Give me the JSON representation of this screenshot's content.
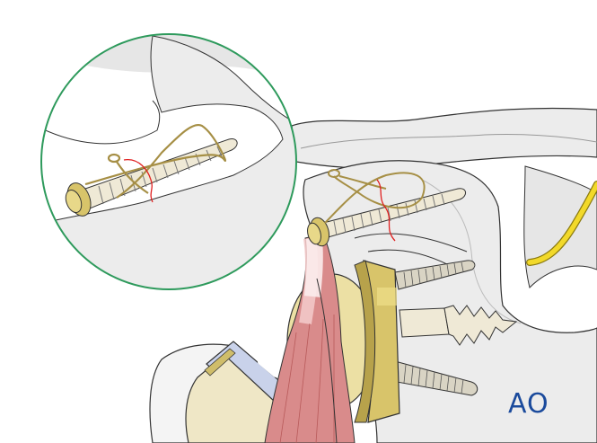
{
  "illustration": {
    "subject": "shoulder fixation with screw and tension band wire, reverse shoulder baseplate",
    "inset": {
      "shape": "circle",
      "border_color": "#2e9a5c",
      "content": "magnified screw with figure-of-eight wire"
    },
    "colors": {
      "bone": "#ececec",
      "bone_shadow": "#d9d9d9",
      "outline": "#333333",
      "implant_gold": "#d8c46a",
      "screw": "#efe9d6",
      "wire": "#a68f45",
      "fracture_line": "#e02020",
      "muscle": "#d97a7a",
      "nerve_yellow": "#f2d92a",
      "humeral_component": "#efe7c6",
      "polyethylene": "#c9d2ea"
    }
  },
  "logo": {
    "text": "AO",
    "color": "#1a4a9c"
  }
}
